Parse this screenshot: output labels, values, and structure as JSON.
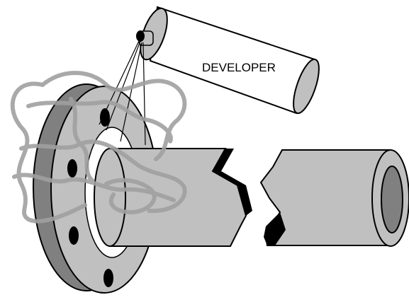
{
  "labels": {
    "developer": "DEVELOPER"
  },
  "colors": {
    "background": "#ffffff",
    "outline": "#000000",
    "face_gray": "#c0c0c0",
    "dark_gray": "#808080",
    "light_face": "#ffffff",
    "bolt": "#000000",
    "smoke": "#a0a0a0"
  },
  "components": [
    "developer-canister",
    "spray-nozzle",
    "spray-lines",
    "penetrant-smoke",
    "pipe-flange",
    "flange-bolt-holes",
    "pipe-section-left",
    "pipe-section-right",
    "pipe-break-zigzag"
  ]
}
